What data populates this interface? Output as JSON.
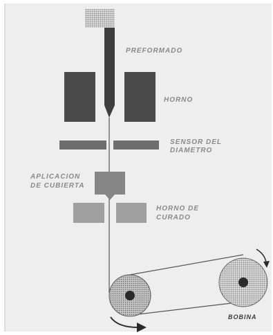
{
  "labels": {
    "preform": "PREFORMADO",
    "furnace": "HORNO",
    "diameter_sensor_line1": "SENSOR DEL",
    "diameter_sensor_line2": "DIAMETRO",
    "coating_line1": "APLICACION",
    "coating_line2": "DE CUBIERTA",
    "curing_line1": "HORNO DE",
    "curing_line2": "CURADO",
    "spool": "BOBINA"
  },
  "colors": {
    "background": "#eeeeee",
    "dark_block": "#4a4a4a",
    "medium_block": "#6e6e6e",
    "light_block": "#9a9a9a",
    "label_text": "#8a8a8a"
  },
  "icons": {
    "rotation_arrow": "curved-arrow-icon"
  }
}
